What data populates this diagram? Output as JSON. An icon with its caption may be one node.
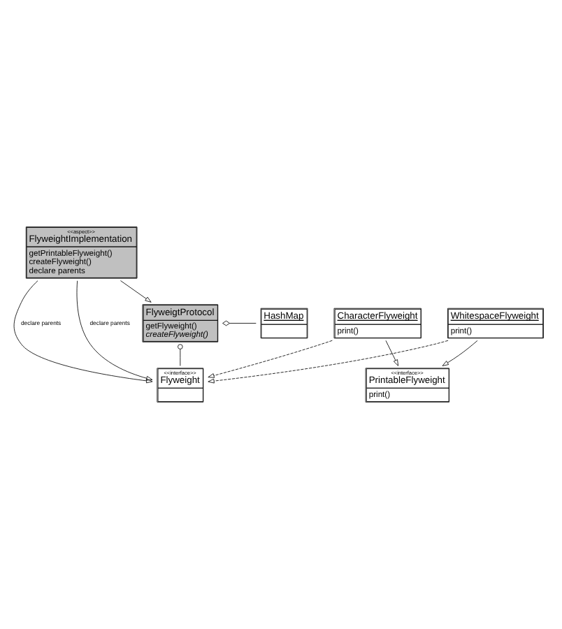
{
  "diagram": {
    "nodes": [
      {
        "text": [
          "<<aspect>>",
          "FlyweightImplementation",
          "getPrintableFlyweight()",
          "createFlyweight()",
          "declare parents"
        ]
      },
      {
        "text": [
          "HashMap"
        ]
      },
      {
        "text": [
          "FlyweigtProtocol",
          "getFlyweight()",
          "*createFlyweight()*"
        ]
      },
      {
        "text": [
          "<<interface>>",
          "Flyweight"
        ]
      },
      {
        "text": [
          "<<interface>>",
          "PrintableFlyweight",
          "print()"
        ]
      },
      {
        "text": [
          "CharacterFlyweight",
          "print()"
        ]
      },
      {
        "text": [
          "WhitespaceFlyweight",
          "print()"
        ]
      }
    ],
    "edges": [
      {
        "from": 0,
        "to": 2,
        "arrow": "to"
      },
      {
        "from": 2,
        "to": 1,
        "arrow": "other"
      },
      {
        "from": 0,
        "to": 3,
        "label": "declare parents",
        "arrow": "to"
      },
      {
        "from": 0,
        "to": 3,
        "label": "declare parents",
        "arrow": "to"
      },
      {
        "from": 2,
        "to": 3,
        "arrow": "other"
      },
      {
        "from": 5,
        "to": 3,
        "arrow": "to",
        "style": "dashed"
      },
      {
        "from": 6,
        "to": 3,
        "arrow": "to",
        "style": "dashed"
      },
      {
        "from": 5,
        "to": 4,
        "arrow": "to"
      },
      {
        "from": 6,
        "to": 4,
        "arrow": "to"
      }
    ]
  }
}
